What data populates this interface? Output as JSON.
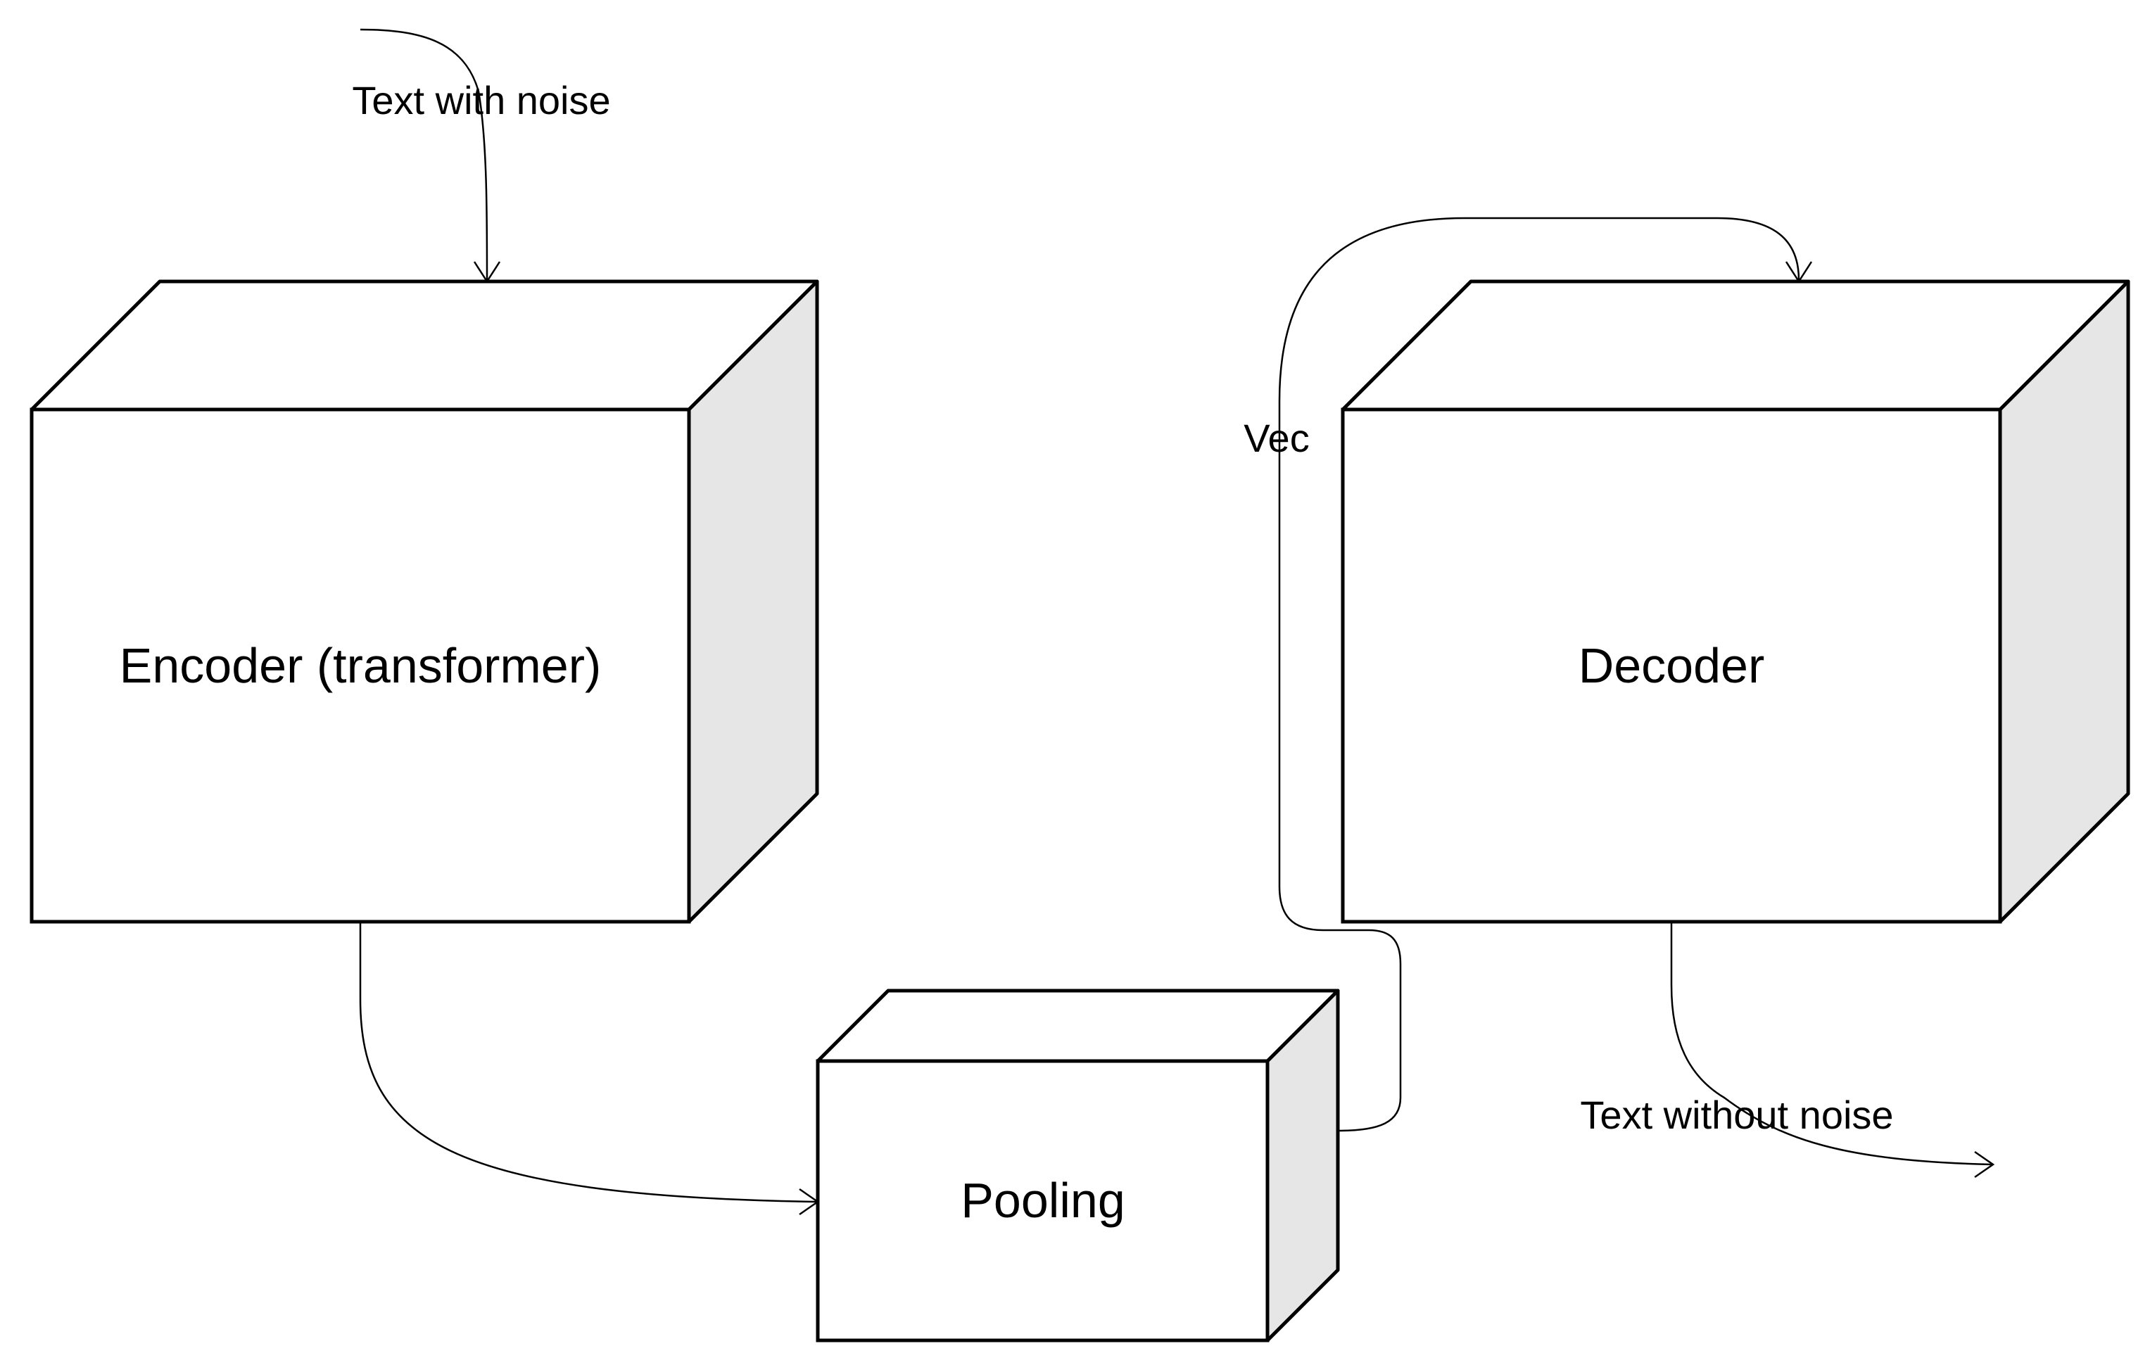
{
  "diagram": {
    "nodes": {
      "encoder": {
        "label": "Encoder (transformer)"
      },
      "pooling": {
        "label": "Pooling"
      },
      "decoder": {
        "label": "Decoder"
      }
    },
    "edges": {
      "input": {
        "label": "Text with noise"
      },
      "encoder_to_pooling": {
        "label": ""
      },
      "vec": {
        "label": "Vec"
      },
      "output": {
        "label": "Text without noise"
      }
    },
    "colors": {
      "stroke": "#000000",
      "front_fill": "#ffffff",
      "top_fill": "#ffffff",
      "side_fill": "#e6e6e6"
    }
  }
}
